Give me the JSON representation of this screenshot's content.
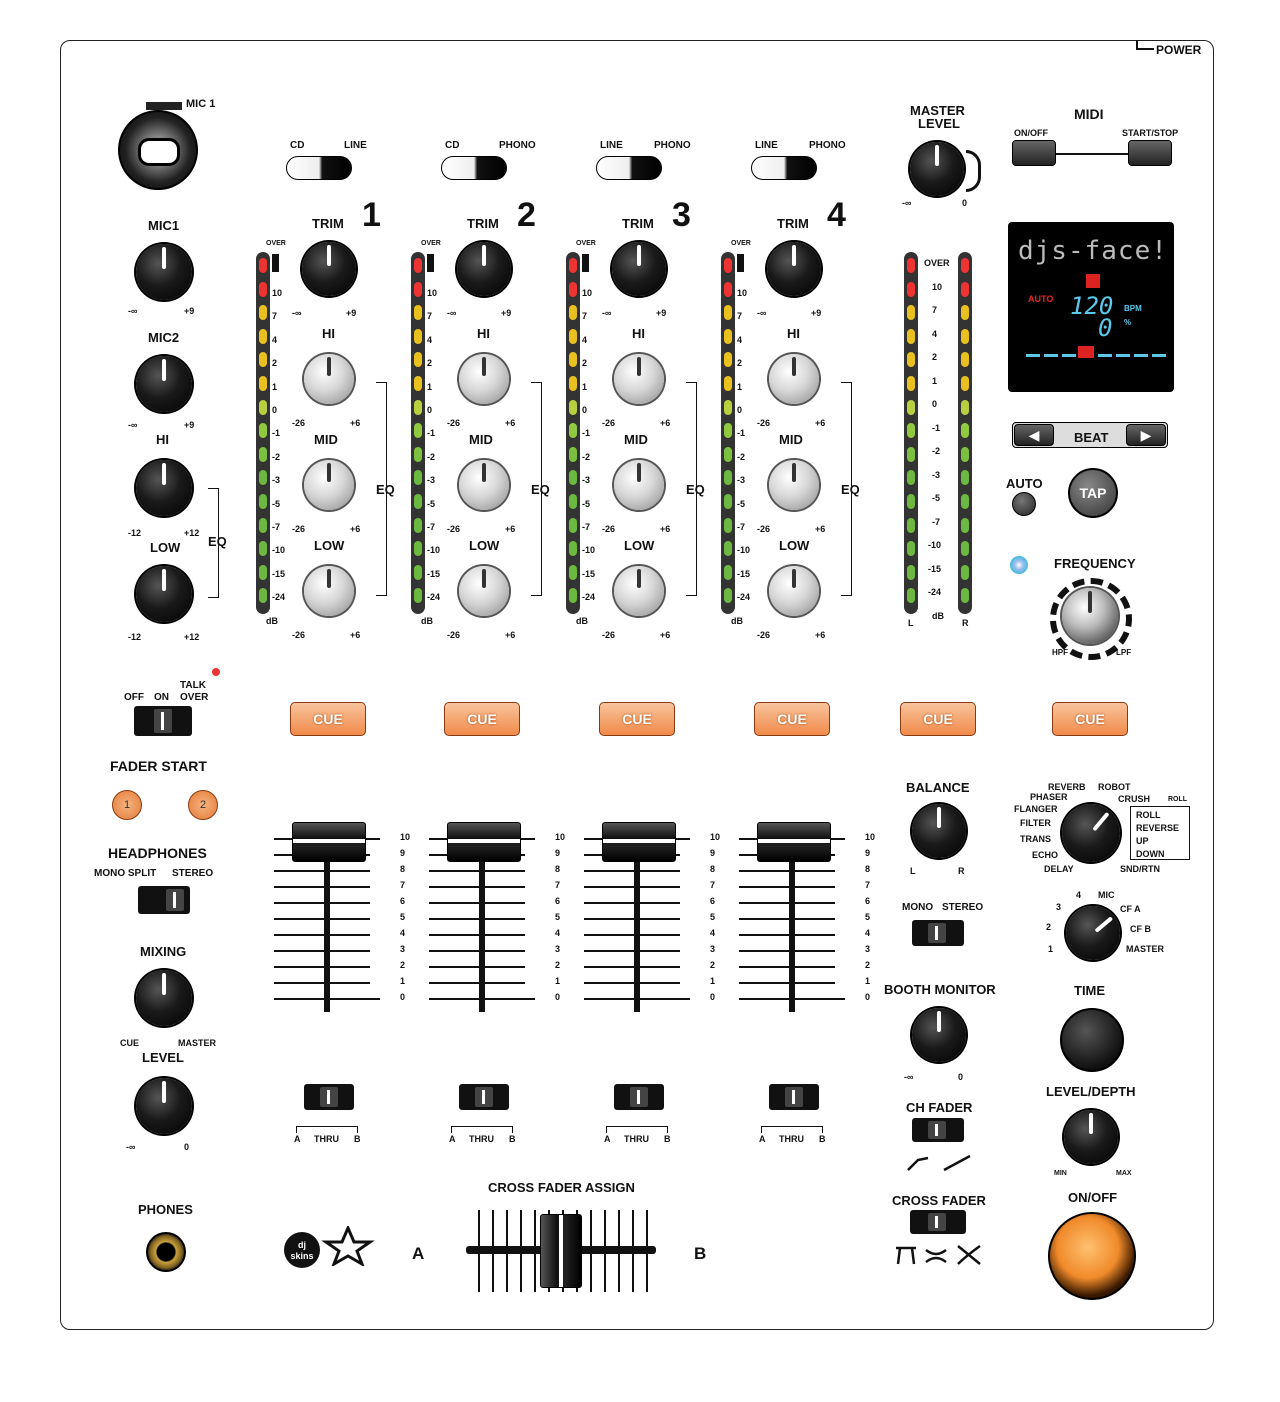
{
  "power_label": "POWER",
  "mic": {
    "mic1_jack_label": "MIC 1",
    "mic1_label": "MIC1",
    "mic2_label": "MIC2",
    "knob_min": "-∞",
    "knob_max": "+9",
    "hi_label": "HI",
    "low_label": "LOW",
    "eq_label": "EQ",
    "eq_min": "-12",
    "eq_max": "+12",
    "talkover": {
      "off": "OFF",
      "on": "ON",
      "talk": "TALK",
      "over": "OVER"
    }
  },
  "channels": [
    {
      "number": "1",
      "input_left": "CD",
      "input_right": "LINE"
    },
    {
      "number": "2",
      "input_left": "CD",
      "input_right": "PHONO"
    },
    {
      "number": "3",
      "input_left": "LINE",
      "input_right": "PHONO"
    },
    {
      "number": "4",
      "input_left": "LINE",
      "input_right": "PHONO"
    }
  ],
  "channel_labels": {
    "trim": "TRIM",
    "trim_min": "-∞",
    "trim_max": "+9",
    "hi": "HI",
    "mid": "MID",
    "low": "LOW",
    "eq": "EQ",
    "eq_min": "-26",
    "eq_max": "+6",
    "over": "OVER",
    "db": "dB",
    "meter_scale": [
      "10",
      "7",
      "4",
      "2",
      "1",
      "0",
      "-1",
      "-2",
      "-3",
      "-5",
      "-7",
      "-10",
      "-15",
      "-24"
    ],
    "fader_scale": [
      "10",
      "9",
      "8",
      "7",
      "6",
      "5",
      "4",
      "3",
      "2",
      "1",
      "0"
    ],
    "assign": {
      "a": "A",
      "thru": "THRU",
      "b": "B"
    }
  },
  "cue_label": "CUE",
  "master": {
    "title_line1": "MASTER",
    "title_line2": "LEVEL",
    "min": "-∞",
    "max": "0",
    "meter_scale": [
      "OVER",
      "10",
      "7",
      "4",
      "2",
      "1",
      "0",
      "-1",
      "-2",
      "-3",
      "-5",
      "-7",
      "-10",
      "-15",
      "-24",
      "dB"
    ],
    "left": "L",
    "right": "R"
  },
  "midi": {
    "title": "MIDI",
    "onoff": "ON/OFF",
    "startstop": "START/STOP"
  },
  "display": {
    "logo": "djs-face!",
    "auto": "AUTO",
    "bpm": "120",
    "bpm_unit": "BPM",
    "percent": "0",
    "percent_unit": "%"
  },
  "beat_label": "BEAT",
  "auto_label": "AUTO",
  "tap_label": "TAP",
  "frequency": {
    "title": "FREQUENCY",
    "hpf": "HPF",
    "lpf": "LPF"
  },
  "fader_start": {
    "title": "FADER START",
    "b1": "1",
    "b2": "2"
  },
  "headphones": {
    "title": "HEADPHONES",
    "mono_split": "MONO SPLIT",
    "stereo": "STEREO",
    "mixing": "MIXING",
    "cue": "CUE",
    "master": "MASTER",
    "level": "LEVEL",
    "min": "-∞",
    "max": "0",
    "phones": "PHONES"
  },
  "balance": {
    "title": "BALANCE",
    "l": "L",
    "r": "R"
  },
  "mono_stereo": {
    "mono": "MONO",
    "stereo": "STEREO"
  },
  "booth": {
    "title": "BOOTH MONITOR",
    "min": "-∞",
    "max": "0"
  },
  "ch_fader_label": "CH FADER",
  "cross_fader_label": "CROSS FADER",
  "cross_fader_assign": {
    "title": "CROSS FADER ASSIGN",
    "a": "A",
    "b": "B"
  },
  "effects": {
    "names": [
      "REVERB",
      "ROBOT",
      "PHASER",
      "CRUSH",
      "FLANGER",
      "FILTER",
      "TRANS",
      "ECHO",
      "DELAY",
      "SND/RTN"
    ],
    "roll_header": "ROLL",
    "roll_items": [
      "ROLL",
      "REVERSE",
      "UP",
      "DOWN"
    ]
  },
  "channel_select": {
    "items": [
      "4",
      "MIC",
      "3",
      "CF A",
      "2",
      "CF B",
      "1",
      "MASTER"
    ]
  },
  "time_label": "TIME",
  "level_depth": {
    "title": "LEVEL/DEPTH",
    "min": "MIN",
    "max": "MAX"
  },
  "onoff_label": "ON/OFF",
  "brand": "dj skins"
}
